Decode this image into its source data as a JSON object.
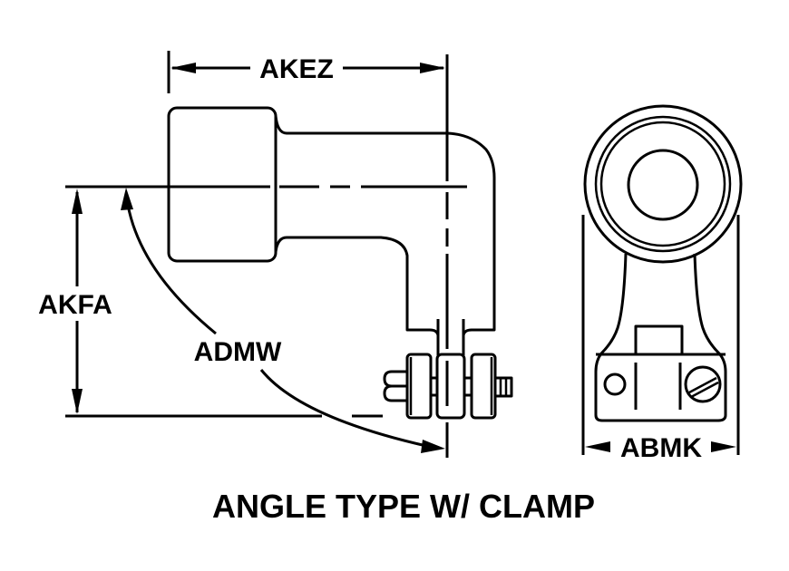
{
  "diagram": {
    "title": "ANGLE TYPE W/ CLAMP",
    "dimensions": {
      "width_label": "AKEZ",
      "height_label": "AKFA",
      "angle_label": "ADMW",
      "clamp_width_label": "ABMK"
    },
    "views": [
      "side-view",
      "end-view"
    ],
    "colors": {
      "line": "#000000",
      "background": "#ffffff"
    }
  }
}
